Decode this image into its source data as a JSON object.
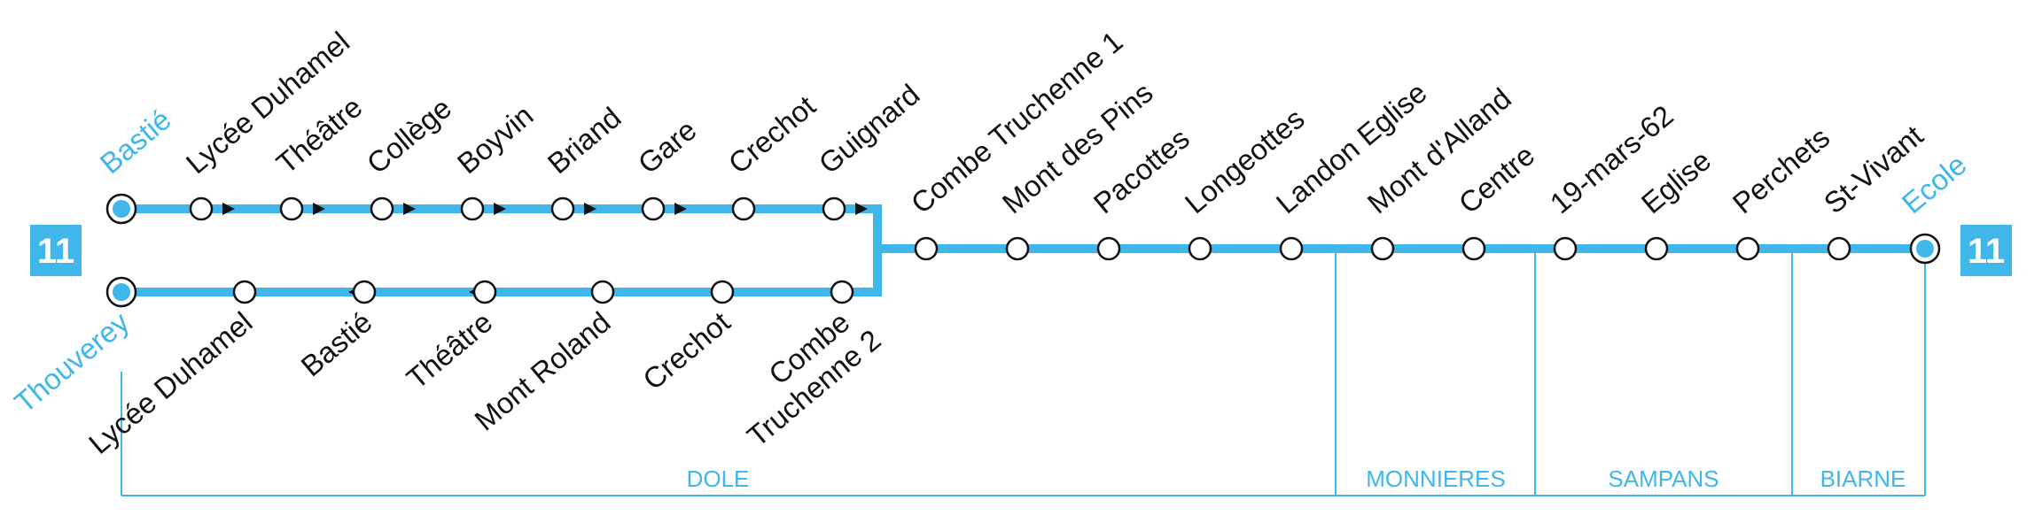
{
  "line": {
    "number": "11",
    "color": "#3fb7ea"
  },
  "terminals": {
    "upper_start": "Bastié",
    "lower_start": "Thouverey",
    "end": "Ecole"
  },
  "upper_branch_stops": [
    "Lycée Duhamel",
    "Théâtre",
    "Collège",
    "Boyvin",
    "Briand",
    "Gare",
    "Crechot",
    "Guignard"
  ],
  "lower_branch_stops": [
    "Lycée Duhamel",
    "Bastié",
    "Théâtre",
    "Mont Roland",
    "Crechot",
    "Combe",
    "Truchenne 2"
  ],
  "trunk_stops": [
    "Combe Truchenne 1",
    "Mont des Pins",
    "Pacottes",
    "Longeottes",
    "Landon Eglise",
    "Mont d'Alland",
    "Centre",
    "19-mars-62",
    "Eglise",
    "Perchets",
    "St-Vivant"
  ],
  "zones": [
    "DOLE",
    "MONNIERES",
    "SAMPANS",
    "BIARNE"
  ]
}
